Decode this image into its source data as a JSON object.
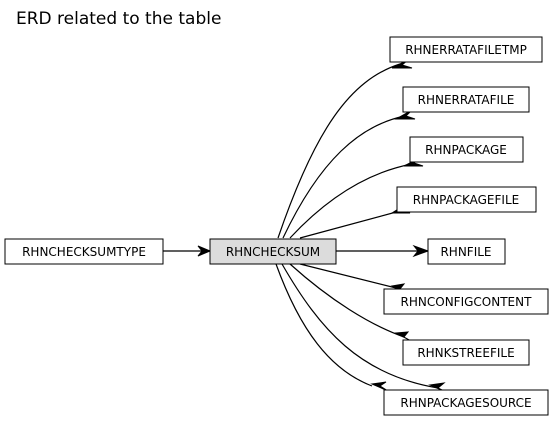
{
  "title": "ERD related to the table",
  "center": "RHNCHECKSUM",
  "parent": "RHNCHECKSUMTYPE",
  "children": [
    "RHNERRATAFILETMP",
    "RHNERRATAFILE",
    "RHNPACKAGE",
    "RHNPACKAGEFILE",
    "RHNFILE",
    "RHNCONFIGCONTENT",
    "RHNKSTREEFILE",
    "RHNPACKAGESOURCE"
  ]
}
